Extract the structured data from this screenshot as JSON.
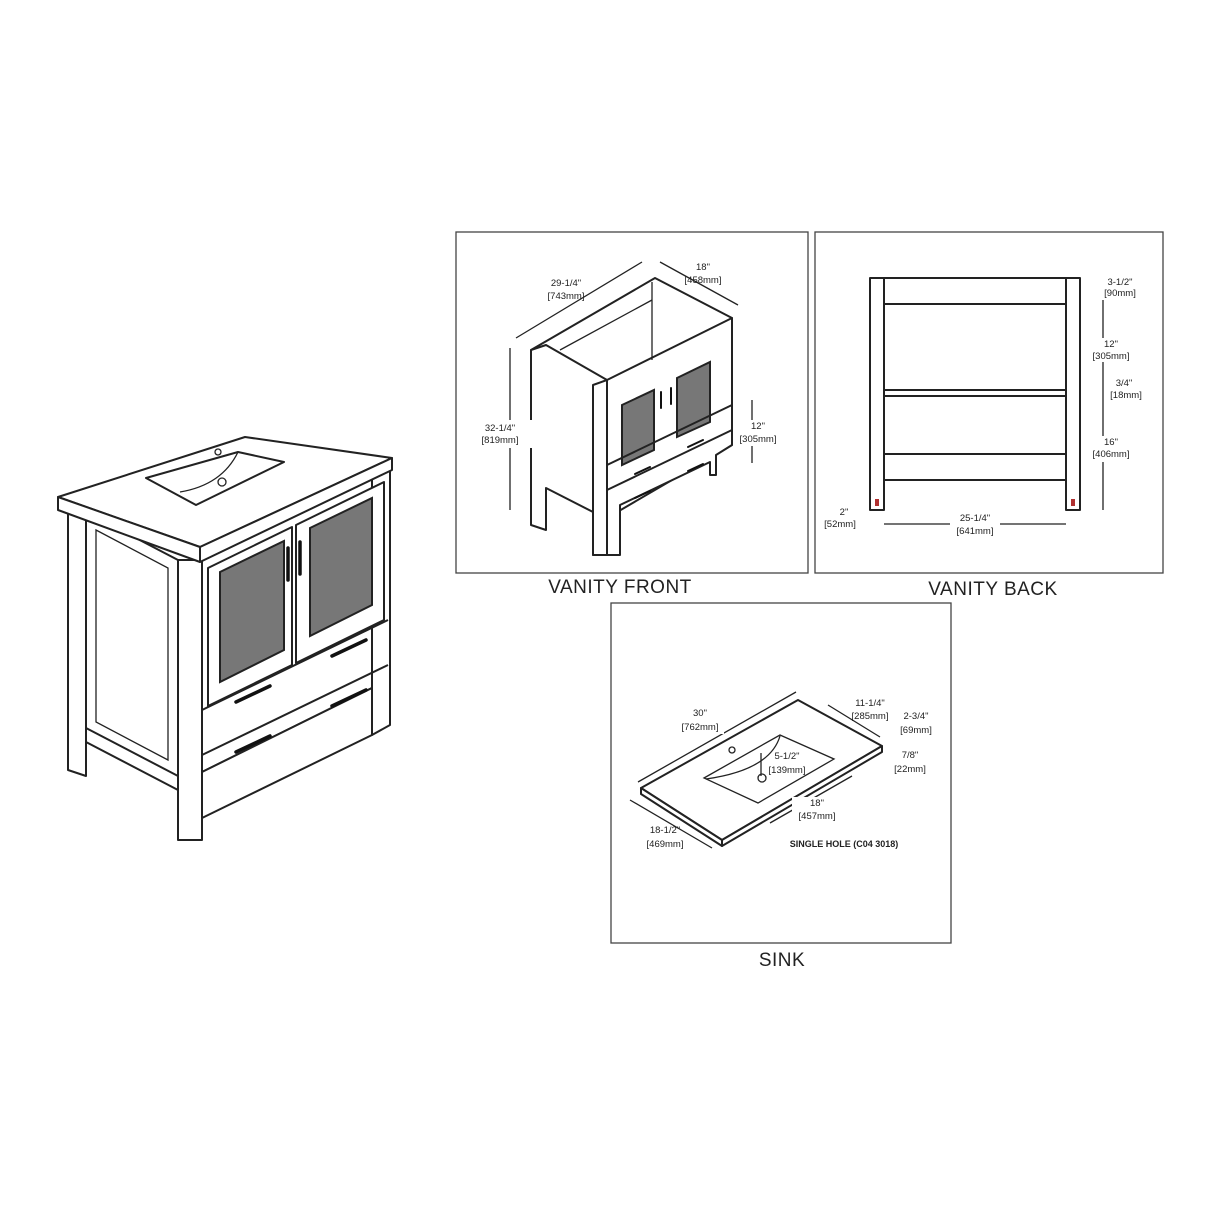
{
  "views": {
    "front": {
      "caption": "VANITY FRONT",
      "dims": {
        "width_in": "29-1/4\"",
        "width_mm": "[743mm]",
        "depth_in": "18\"",
        "depth_mm": "[458mm]",
        "height_in": "32-1/4\"",
        "height_mm": "[819mm]",
        "drawer_in": "12\"",
        "drawer_mm": "[305mm]"
      }
    },
    "back": {
      "caption": "VANITY BACK",
      "dims": {
        "top_in": "3-1/2\"",
        "top_mm": "[90mm]",
        "upper_in": "12\"",
        "upper_mm": "[305mm]",
        "shelf_in": "3/4\"",
        "shelf_mm": "[18mm]",
        "lower_in": "16\"",
        "lower_mm": "[406mm]",
        "leg_in": "2\"",
        "leg_mm": "[52mm]",
        "inner_in": "25-1/4\"",
        "inner_mm": "[641mm]"
      }
    },
    "sink": {
      "caption": "SINK",
      "note": "SINGLE HOLE (C04 3018)",
      "dims": {
        "width_in": "30\"",
        "width_mm": "[762mm]",
        "offset_in": "11-1/4\"",
        "offset_mm": "[285mm]",
        "backsplash_in": "2-3/4\"",
        "backsplash_mm": "[69mm]",
        "thick_in": "7/8\"",
        "thick_mm": "[22mm]",
        "bowl_depth_in": "5-1/2\"",
        "bowl_depth_mm": "[139mm]",
        "bowl_w_in": "18\"",
        "bowl_w_mm": "[457mm]",
        "depth_in": "18-1/2\"",
        "depth_mm": "[469mm]"
      }
    }
  },
  "colors": {
    "line": "#222222",
    "glass": "#777777",
    "leveler": "#b03030"
  }
}
